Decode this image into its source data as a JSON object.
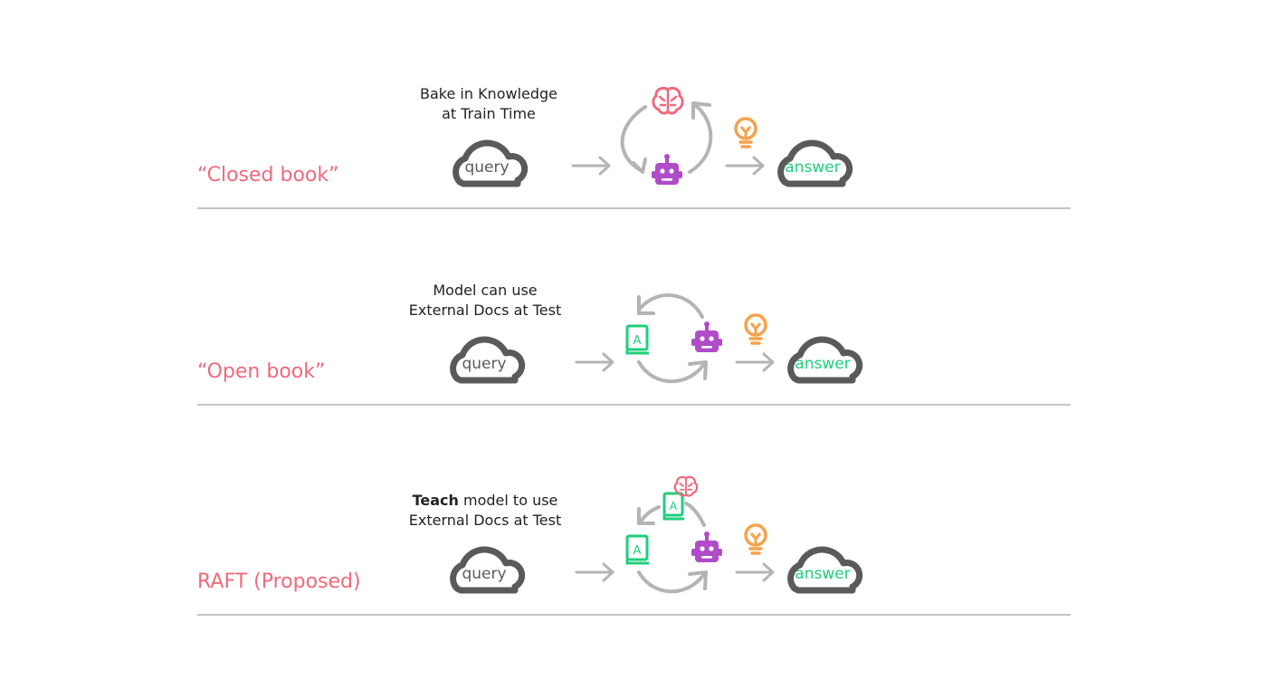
{
  "rows": [
    {
      "label": "“Closed book”",
      "caption_bold": "",
      "caption_line1": "Bake in Knowledge",
      "caption_line2": "at Train Time",
      "query_text": "query",
      "answer_text": "answer"
    },
    {
      "label": "“Open book”",
      "caption_bold": "",
      "caption_line1": "Model can use",
      "caption_line2": "External Docs at Test",
      "query_text": "query",
      "answer_text": "answer"
    },
    {
      "label": "RAFT (Proposed)",
      "caption_bold": "Teach",
      "caption_line1": " model to use",
      "caption_line2": "External Docs at Test",
      "query_text": "query",
      "answer_text": "answer"
    }
  ],
  "doc_letter": "A",
  "colors": {
    "label": "#ee6a7c",
    "cloud": "#5a5a5a",
    "answer": "#1fcf7c",
    "arrow": "#b4b4b4",
    "brain": "#ee6a7c",
    "robot": "#b04cc8",
    "bulb": "#f5a24c",
    "doc": "#1fcf7c",
    "divider": "#c4c4c4"
  }
}
